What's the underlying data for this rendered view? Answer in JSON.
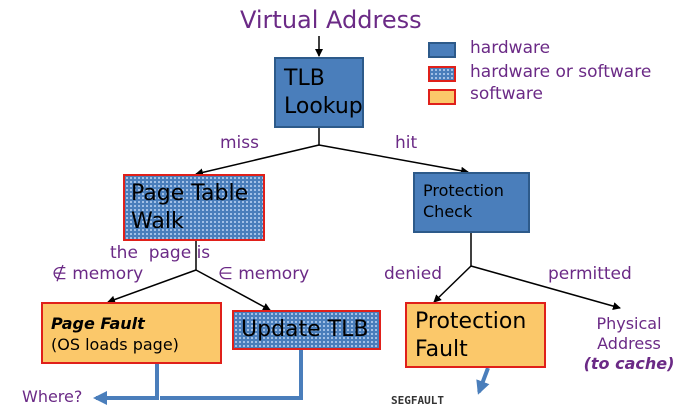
{
  "title": "Virtual Address",
  "legend": {
    "hardware": "hardware",
    "hardware_or_software": "hardware or software",
    "software": "software"
  },
  "nodes": {
    "tlb_lookup": {
      "line1": "TLB",
      "line2": "Lookup"
    },
    "page_table_walk": {
      "line1": "Page Table",
      "line2": "Walk"
    },
    "protection_check": {
      "line1": "Protection",
      "line2": "Check"
    },
    "page_fault": {
      "line1": "Page Fault",
      "line2": "(OS loads page)"
    },
    "update_tlb": {
      "label": "Update TLB"
    },
    "protection_fault": {
      "line1": "Protection",
      "line2": "Fault"
    },
    "physical_address": {
      "line1": "Physical",
      "line2": "Address",
      "line3": "(to cache)"
    }
  },
  "edges": {
    "miss": "miss",
    "hit": "hit",
    "the_page_is": "the  page is",
    "not_in_memory": "∉ memory",
    "in_memory": "∈ memory",
    "denied": "denied",
    "permitted": "permitted"
  },
  "outputs": {
    "where": "Where?",
    "segfault": "SEGFAULT"
  },
  "colors": {
    "hardware": "#4a7ebb",
    "software": "#fbc86a",
    "border_red": "#e0201a",
    "label_purple": "#6b2a86"
  }
}
